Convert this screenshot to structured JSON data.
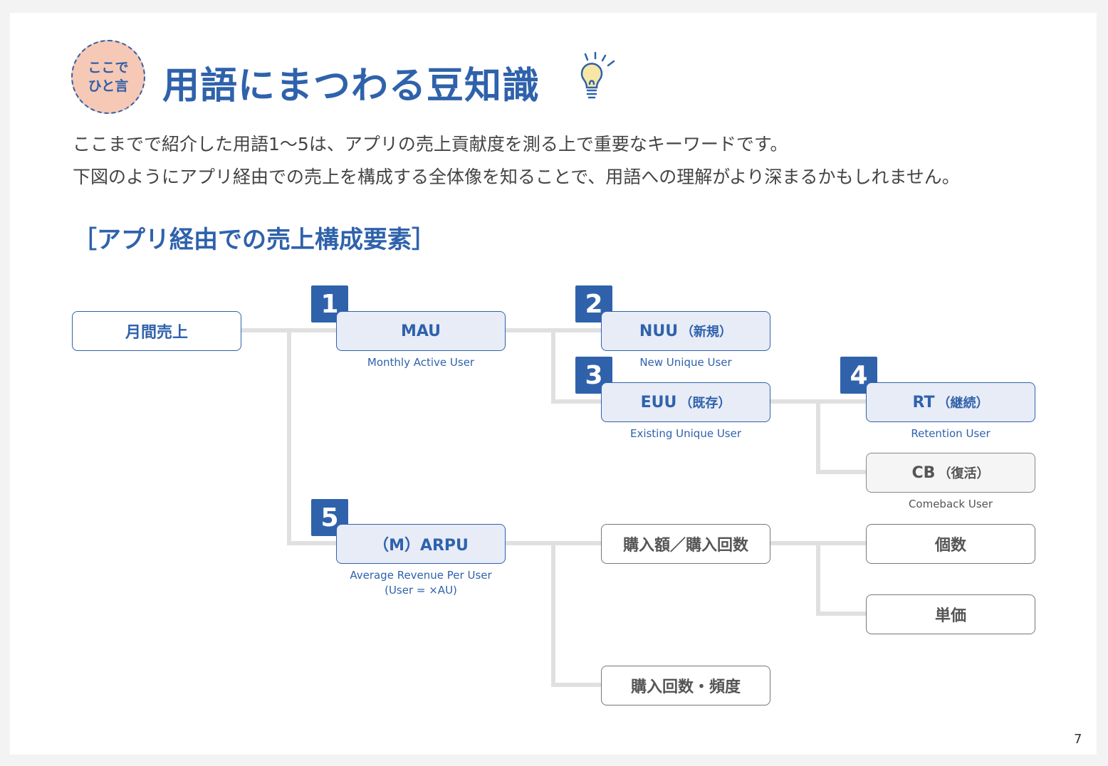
{
  "badge": {
    "line1": "ここで",
    "line2": "ひと言"
  },
  "title": "用語にまつわる豆知識",
  "intro": {
    "line1": "ここまでで紹介した用語1〜5は、アプリの売上貢献度を測る上で重要なキーワードです。",
    "line2": "下図のようにアプリ経由での売上を構成する全体像を知ることで、用語への理解がより深まるかもしれません。"
  },
  "section_title": "［アプリ経由での売上構成要素］",
  "nodes": {
    "monthly_sales": "月間売上",
    "mau": {
      "num": "1",
      "label": "MAU",
      "caption": "Monthly Active User"
    },
    "nuu": {
      "num": "2",
      "label": "NUU",
      "sub": "（新規）",
      "caption": "New Unique User"
    },
    "euu": {
      "num": "3",
      "label": "EUU",
      "sub": "（既存）",
      "caption": "Existing Unique User"
    },
    "rt": {
      "num": "4",
      "label": "RT",
      "sub": "（継続）",
      "caption": "Retention User"
    },
    "cb": {
      "label": "CB",
      "sub": "（復活）",
      "caption": "Comeback User"
    },
    "arpu": {
      "num": "5",
      "label": "（M）ARPU",
      "caption1": "Average Revenue Per User",
      "caption2": "(User = ×AU)"
    },
    "purchase_amount": "購入額／購入回数",
    "count": "個数",
    "unit_price": "単価",
    "purchase_frequency": "購入回数・頻度"
  },
  "page_number": "7",
  "colors": {
    "accent": "#2f62ab",
    "badge_bg": "#f6c8b6",
    "connector": "#e0e0e0"
  },
  "icons": [
    "lightbulb-icon"
  ]
}
